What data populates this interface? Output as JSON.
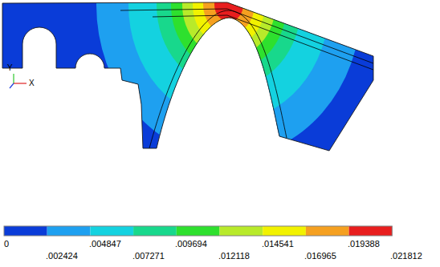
{
  "diagram": {
    "labels": [
      "Y",
      "X",
      "0",
      ".002424",
      ".004847",
      ".007271",
      ".009694",
      ".012118",
      ".014541",
      ".016965",
      ".019388",
      ".021812"
    ]
  }
}
